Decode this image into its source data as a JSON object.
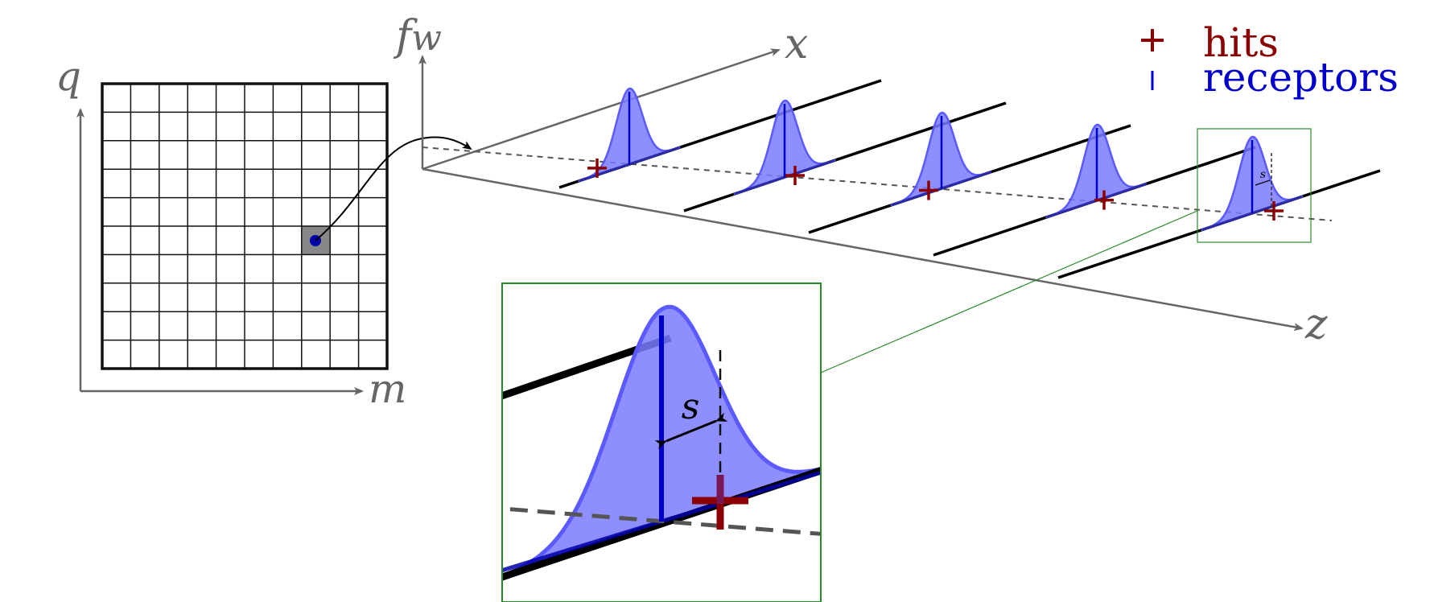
{
  "axes": {
    "q_label": "q",
    "m_label": "m",
    "fw_label": "fw",
    "fw_main": "f",
    "fw_sub": "w",
    "x_label": "x",
    "z_label": "z"
  },
  "grid": {
    "rows": 10,
    "cols": 10,
    "highlight_row": 5,
    "highlight_col": 7
  },
  "legend": {
    "hits_label": "hits",
    "receptors_label": "receptors"
  },
  "annotations": {
    "offset_label": "s"
  },
  "colors": {
    "axis": "#666666",
    "grid": "#111111",
    "hit": "#8b0000",
    "receptor": "#0000cc",
    "gauss_fill": "#7a7aff",
    "gauss_stroke": "#5a5aff",
    "zoom_box": "#2a8a2a",
    "cell_highlight": "#888888"
  },
  "icons": {
    "hit_marker": "plus-icon",
    "receptor_marker": "tick-icon"
  }
}
